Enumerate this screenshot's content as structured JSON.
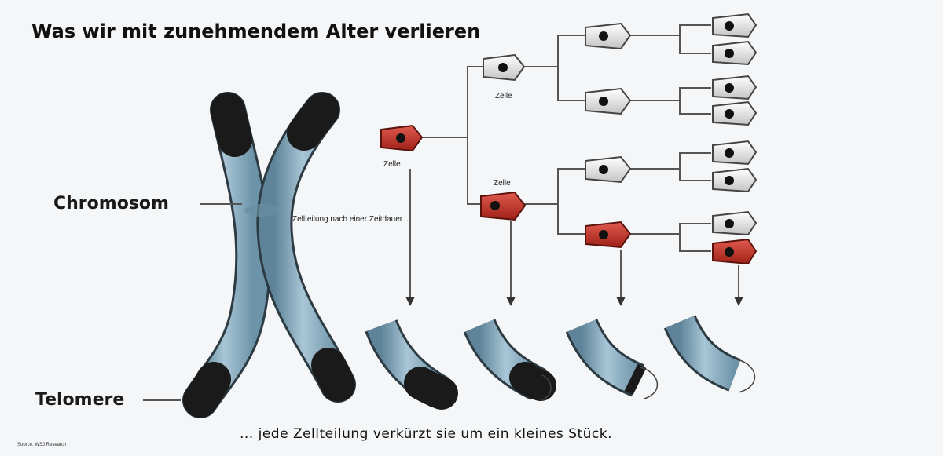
{
  "title": "Was wir mit zunehmendem Alter verlieren",
  "labels": {
    "chromosom": "Chromosom",
    "telomere": "Telomere",
    "zelle": "Zelle",
    "division_note": "Zellteilung nach einer Zeitdauer...",
    "caption": "... jede Zellteilung verkürzt sie um ein kleines Stück.",
    "source": "Source: WSJ Research"
  },
  "colors": {
    "background": "#f4f6f8",
    "chromatid_blue": "#8fb1c6",
    "telomere_black": "#1a1a1a",
    "cell_red": "#c8352a",
    "cell_white": "#e6e6e6"
  }
}
